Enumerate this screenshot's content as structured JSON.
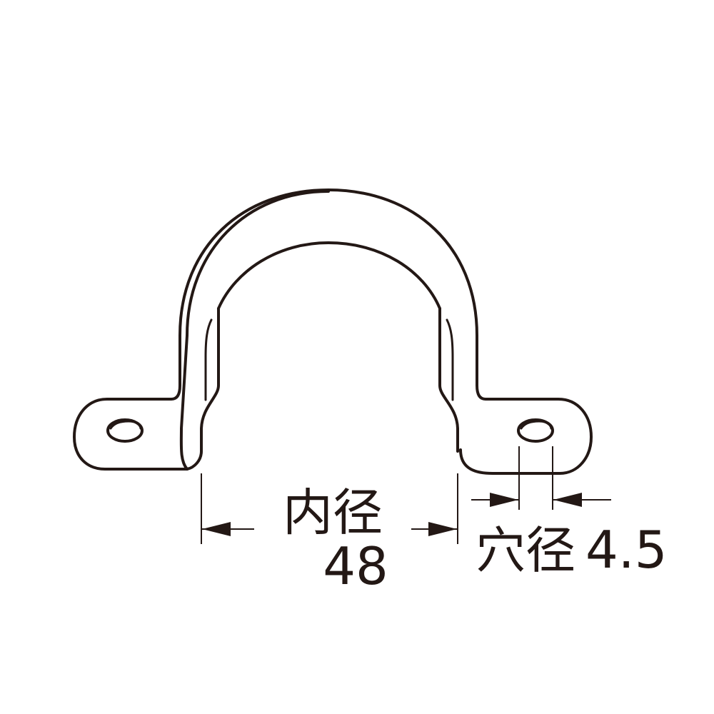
{
  "inner_diameter": {
    "label": "内径",
    "value": "48"
  },
  "hole_diameter": {
    "label": "穴径",
    "value": "4.5"
  },
  "colors": {
    "line": "#231815",
    "background": "#ffffff"
  }
}
